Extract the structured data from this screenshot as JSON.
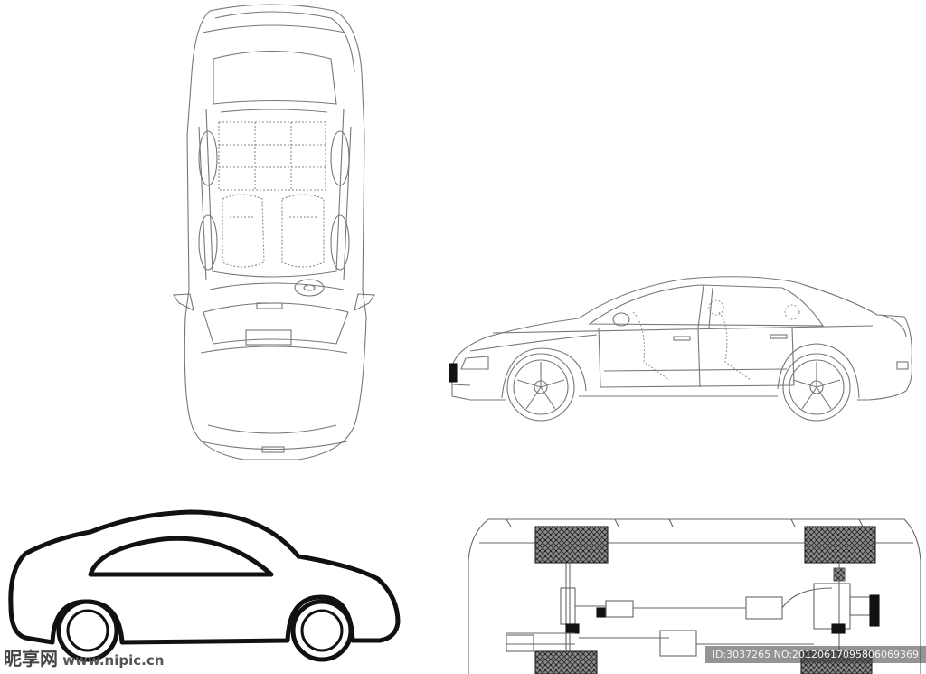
{
  "watermark": {
    "brand": "昵享网",
    "url": "www.nipic.cn",
    "id_text": "ID:3037265 NO:20120617095806069369"
  },
  "icons": [
    "car-top-view-icon",
    "car-side-view-icon",
    "car-silhouette-icon",
    "chassis-icon"
  ]
}
